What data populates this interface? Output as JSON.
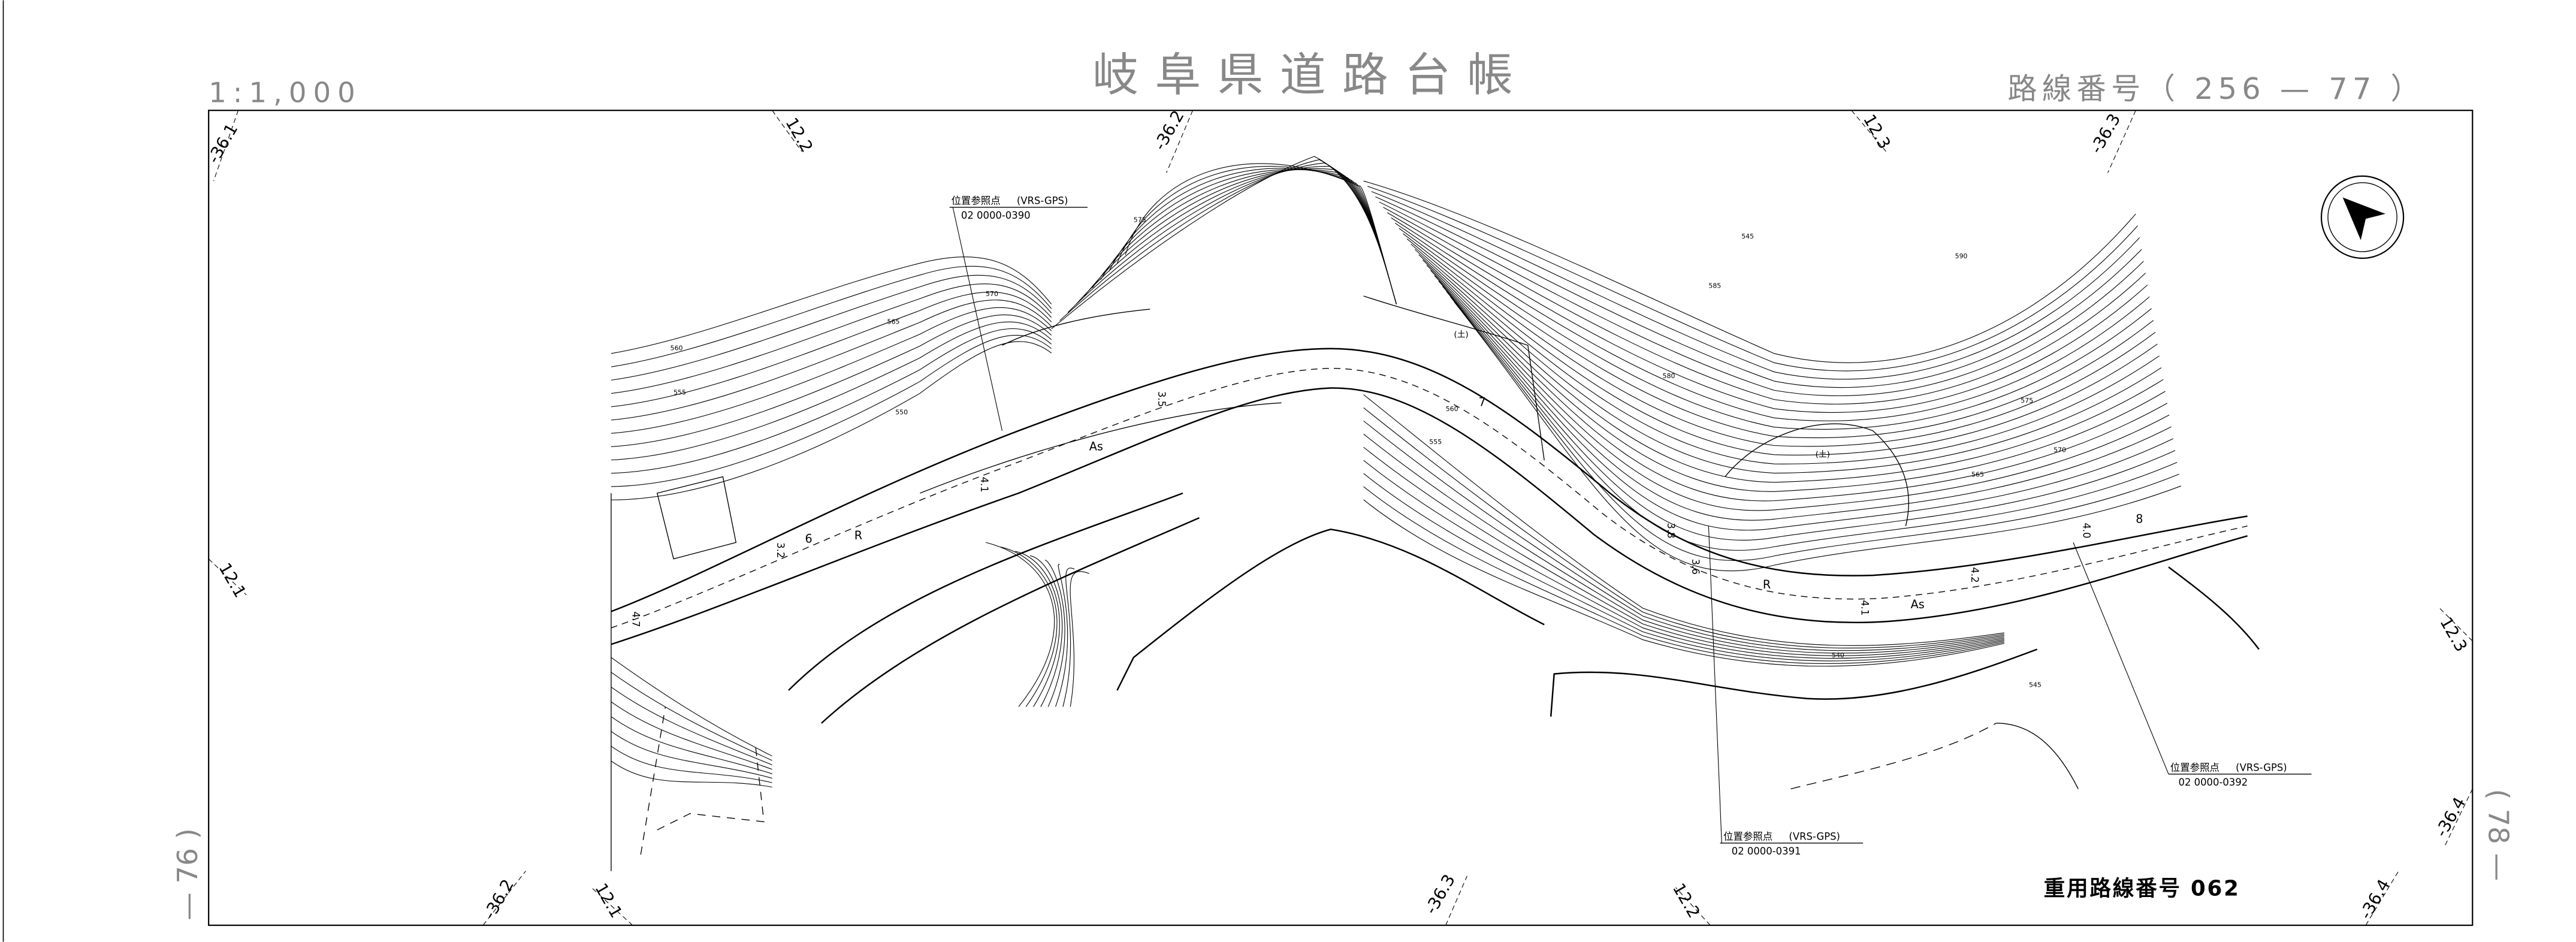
{
  "header": {
    "scale": "1:1,000",
    "title": "岐阜県道路台帳",
    "route_number": "路線番号（ 256 — 77 ）"
  },
  "sheet_neighbors": {
    "left": "— 76 )",
    "right": "( 78 —"
  },
  "grid_labels": {
    "top": [
      "-36.1",
      "12.2",
      "-36.2",
      "12.3",
      "-36.3"
    ],
    "left": [
      "12.1"
    ],
    "right": [
      "12.3",
      "-36.4"
    ],
    "bottom": [
      "-36.2",
      "12.1",
      "-36.3",
      "12.2",
      "-36.4"
    ]
  },
  "reference_points": [
    {
      "title": "位置参照点",
      "method": "(VRS-GPS)",
      "code": "02  0000-0390"
    },
    {
      "title": "位置参照点",
      "method": "(VRS-GPS)",
      "code": "02  0000-0391"
    },
    {
      "title": "位置参照点",
      "method": "(VRS-GPS)",
      "code": "02  0000-0392"
    }
  ],
  "road_labels": {
    "surface_1": "As",
    "surface_2": "As",
    "r_1": "R",
    "r_2": "R",
    "widths": [
      "4.7",
      "3.2",
      "6",
      "4.1",
      "3.5",
      "3.8",
      "3.6",
      "4.1",
      "4.2",
      "4.0",
      "7",
      "8"
    ],
    "soil": [
      "(土)",
      "(土)"
    ]
  },
  "contour_labels": [
    "575",
    "570",
    "565",
    "560",
    "555",
    "550",
    "545",
    "590",
    "585",
    "580",
    "575",
    "570",
    "565",
    "560",
    "555",
    "540",
    "545"
  ],
  "footer": {
    "overlap_route": "重用路線番号  062"
  },
  "icons": {
    "north_arrow": "north-arrow-icon"
  }
}
